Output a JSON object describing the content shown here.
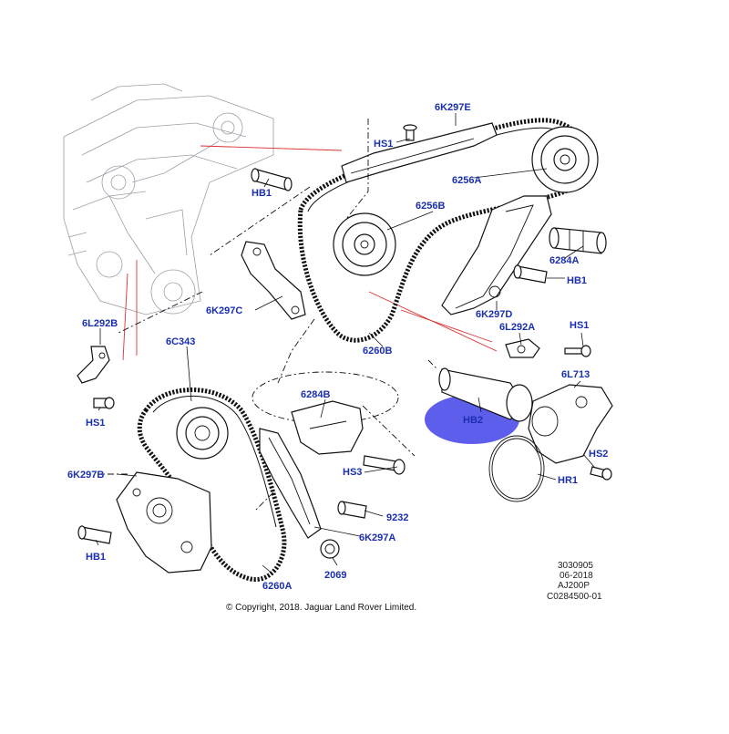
{
  "callouts": {
    "p6K297E": "6K297E",
    "hs1_top": "HS1",
    "p6256A": "6256A",
    "hb1_top": "HB1",
    "p6256B": "6256B",
    "p6284A": "6284A",
    "hb1_right": "HB1",
    "p6K297C": "6K297C",
    "p6K297D": "6K297D",
    "p6L292B": "6L292B",
    "p6L292A": "6L292A",
    "hs1_right": "HS1",
    "p6260B": "6260B",
    "p6C343": "6C343",
    "p6L713": "6L713",
    "p6284B": "6284B",
    "hs1_left": "HS1",
    "hb2": "HB2",
    "hs2": "HS2",
    "hs3": "HS3",
    "p6K297B": "6K297B",
    "hr1": "HR1",
    "p9232": "9232",
    "p6K297A": "6K297A",
    "hb1_bottom": "HB1",
    "p2069": "2069",
    "p6260A": "6260A"
  },
  "reference": {
    "number": "3030905",
    "date": "06-2018",
    "engine": "AJ200P",
    "code": "C0284500-01"
  },
  "copyright": "© Copyright, 2018. Jaguar Land Rover Limited.",
  "colors": {
    "label": "#1a2fb0",
    "highlight": "#3a3ae8",
    "marker": "#e03030"
  }
}
